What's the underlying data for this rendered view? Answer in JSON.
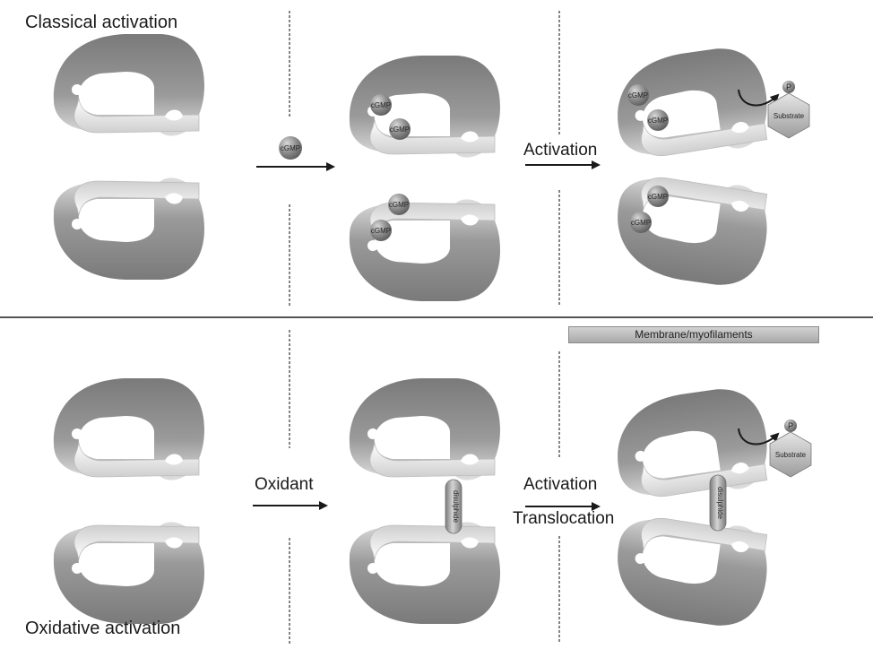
{
  "top_section": {
    "title": "Classical activation",
    "cgmp_label": "cGMP",
    "arrow2_label": "Activation",
    "substrate_label": "Substrate",
    "phospho_label": "P"
  },
  "bottom_section": {
    "title": "Oxidative activation",
    "arrow1_label": "Oxidant",
    "arrow2_label_line1": "Activation",
    "arrow2_label_line2": "Translocation",
    "disulphide_label": "disulphide",
    "membrane_label": "Membrane/myofilaments",
    "substrate_label": "Substrate",
    "phospho_label": "P"
  }
}
